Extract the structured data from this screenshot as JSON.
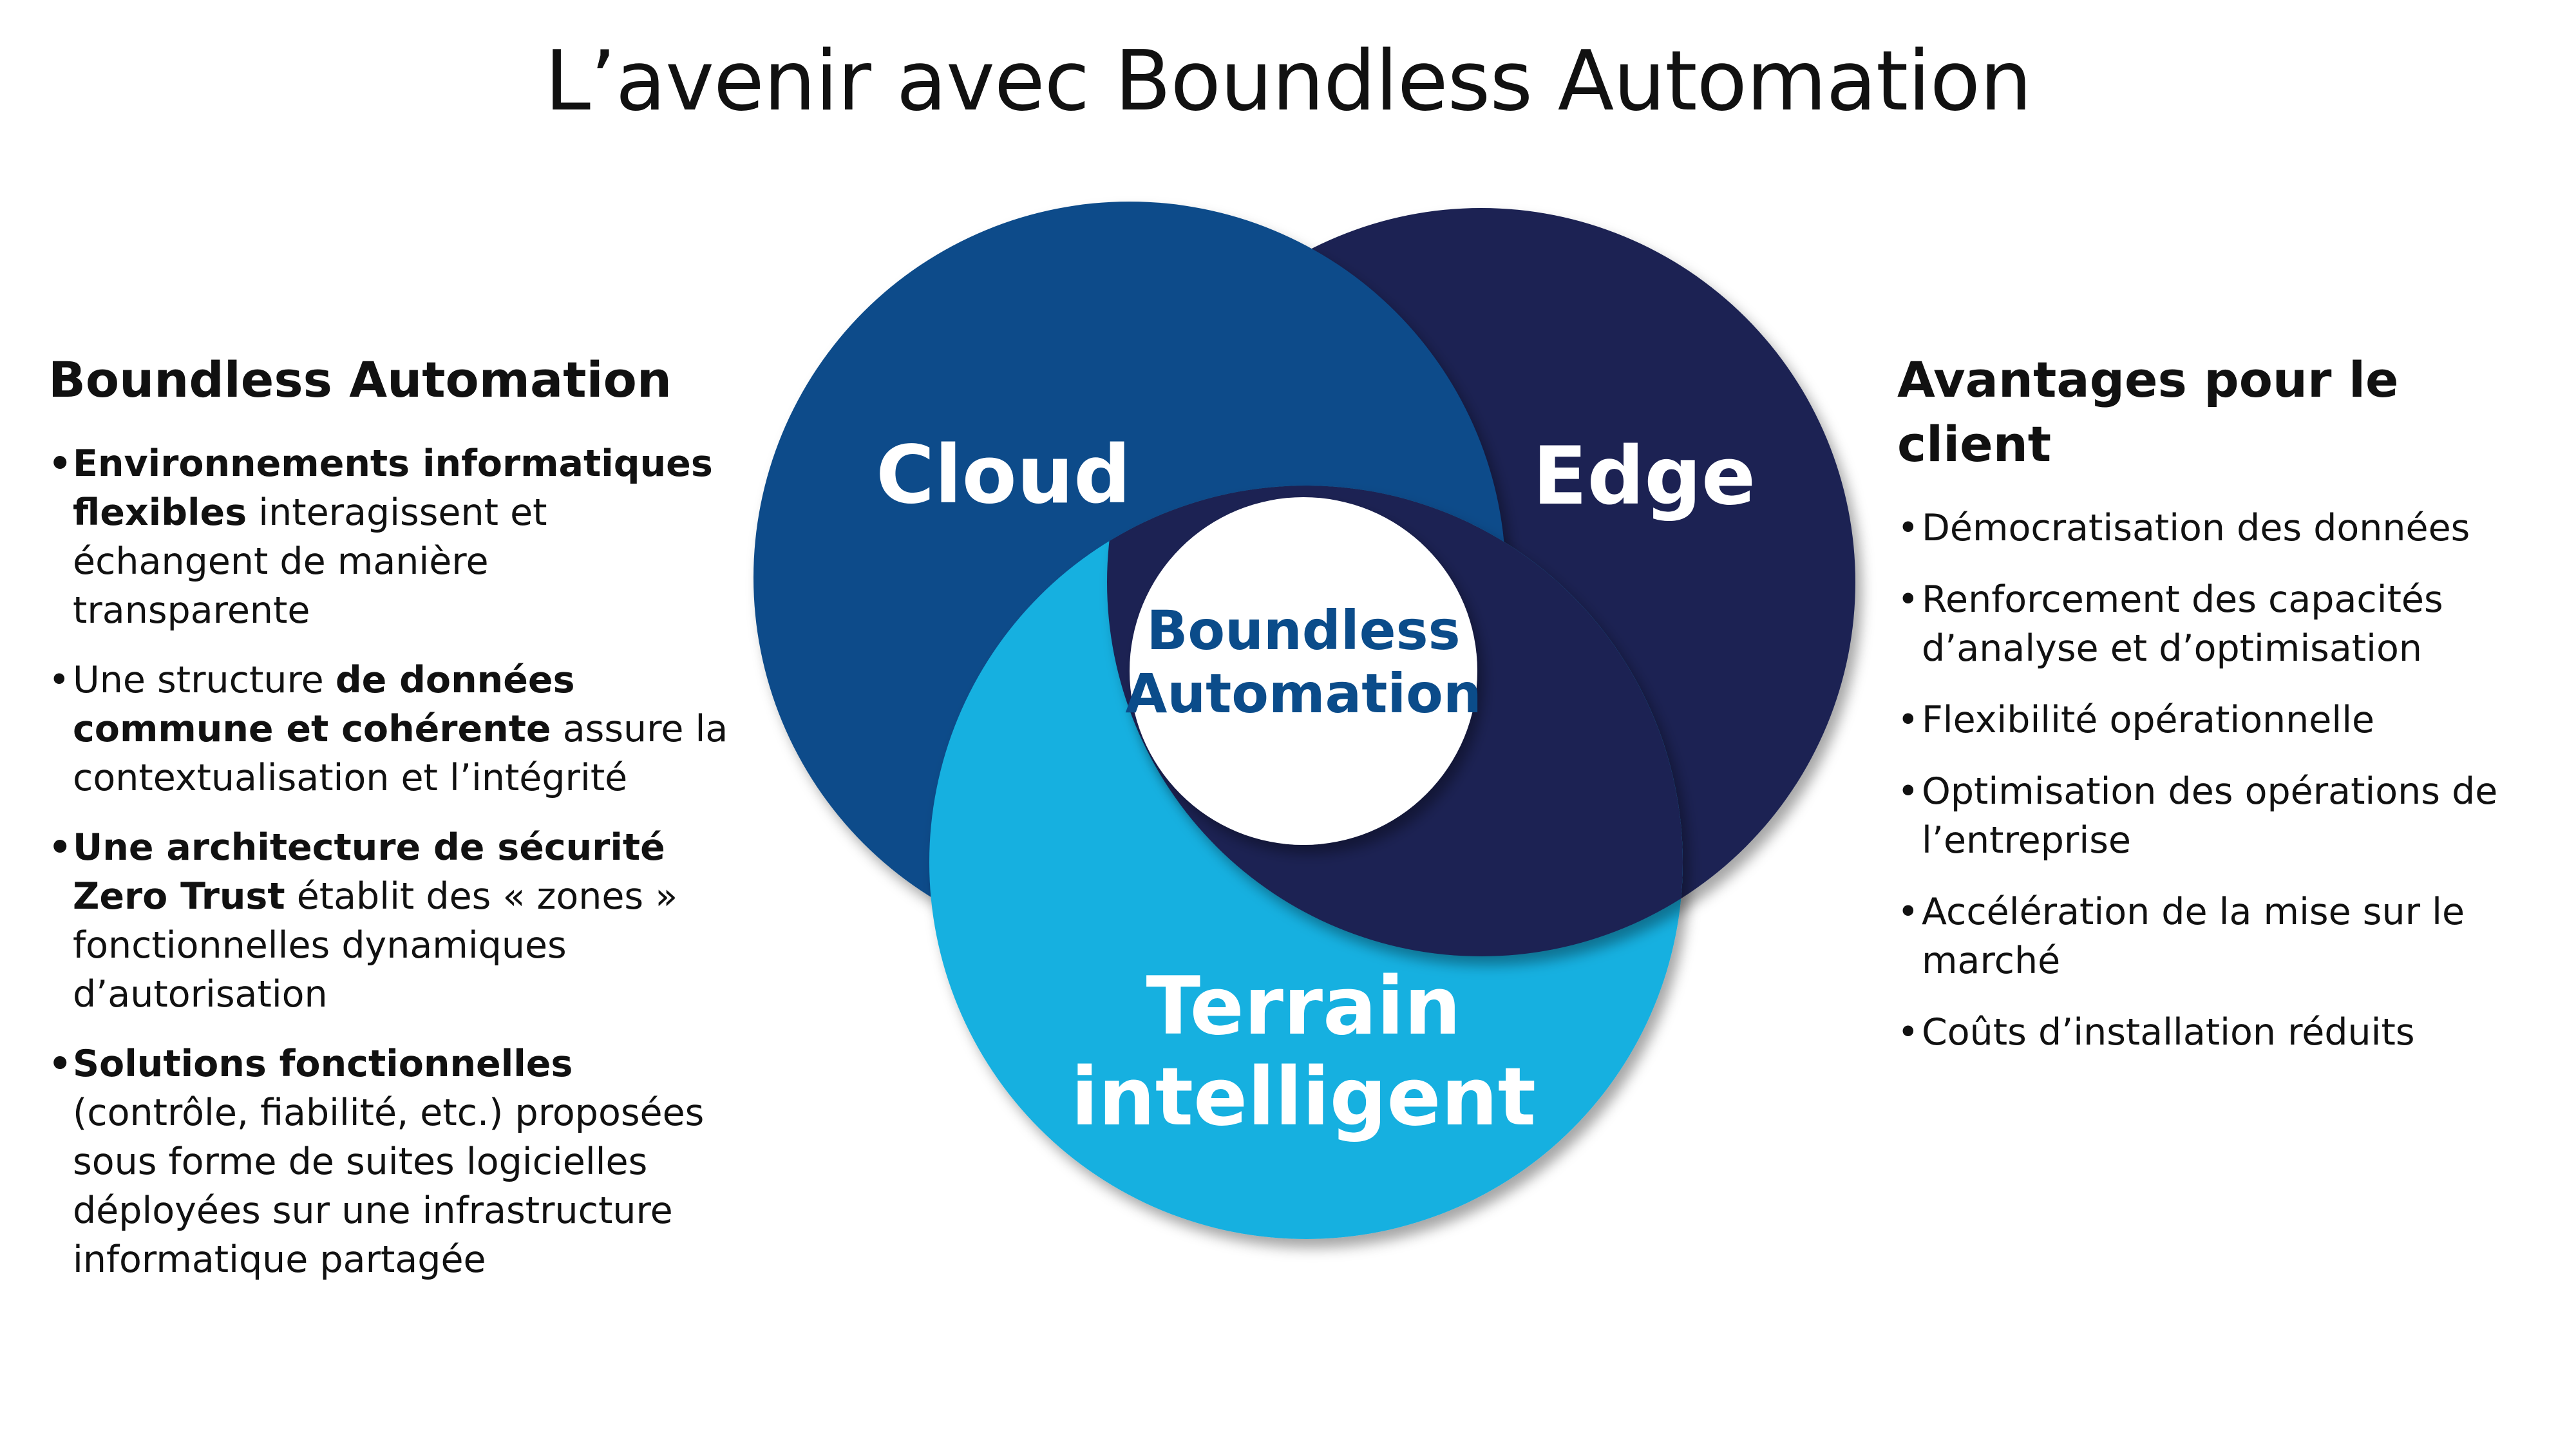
{
  "title": "L’avenir avec Boundless Automation",
  "left": {
    "heading": "Boundless Automation",
    "items": [
      {
        "segments": [
          {
            "text": "Environnements informatiques flexibles",
            "bold": true
          },
          {
            "text": " interagissent et échangent de manière transparente",
            "bold": false
          }
        ]
      },
      {
        "segments": [
          {
            "text": "Une structure ",
            "bold": false
          },
          {
            "text": "de données commune et cohérente",
            "bold": true
          },
          {
            "text": " assure la contextualisation et l’intégrité",
            "bold": false
          }
        ]
      },
      {
        "segments": [
          {
            "text": "Une architecture de sécurité Zero Trust",
            "bold": true
          },
          {
            "text": " établit des « zones » fonctionnelles dynamiques d’autorisation",
            "bold": false
          }
        ]
      },
      {
        "segments": [
          {
            "text": "Solutions fonctionnelles",
            "bold": true
          },
          {
            "text": " (contrôle, fiabilité, etc.) proposées sous forme de suites logicielles déployées sur une infrastructure informatique partagée",
            "bold": false
          }
        ]
      }
    ]
  },
  "right": {
    "heading": "Avantages pour le client",
    "items": [
      "Démocratisation des données",
      "Renforcement des capacités d’analyse et d’optimisation",
      "Flexibilité opérationnelle",
      "Optimisation des opérations de l’entreprise",
      "Accélération de la mise sur le marché",
      "Coûts d’installation réduits"
    ]
  },
  "venn": {
    "cloud": {
      "label": "Cloud",
      "color": "#0b4c8a"
    },
    "edge": {
      "label": "Edge",
      "color": "#1b2452"
    },
    "terrain": {
      "line1": "Terrain",
      "line2": "intelligent",
      "color": "#16b0e0"
    },
    "center": {
      "line1": "Boundless",
      "line2": "Automation",
      "color": "#0b4c8a",
      "fill": "#ffffff"
    }
  }
}
